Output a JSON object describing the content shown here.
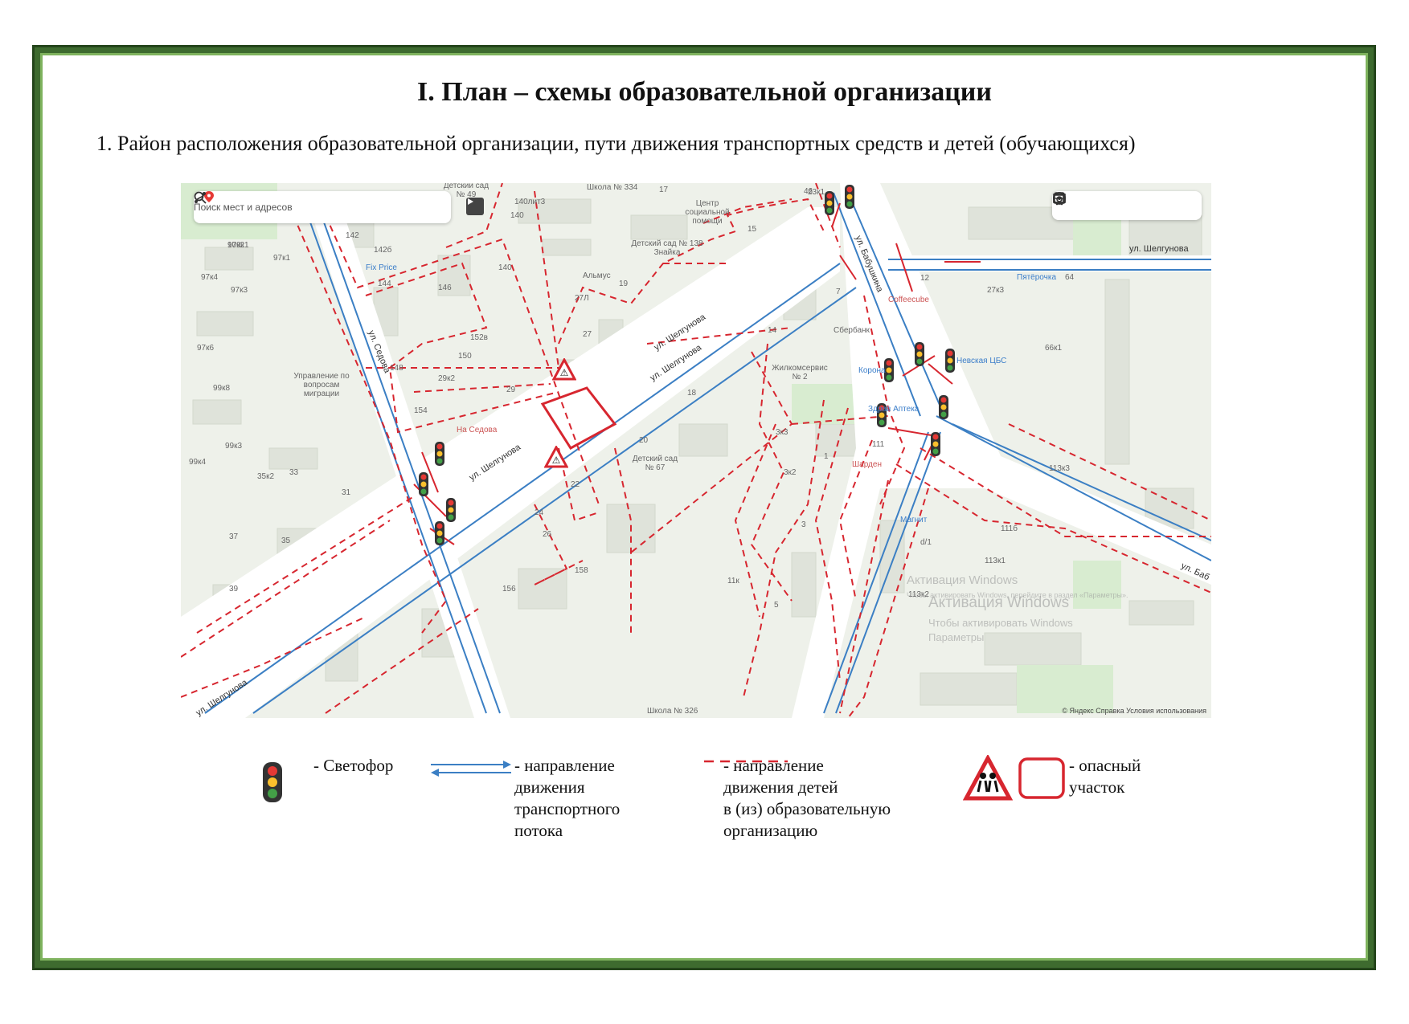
{
  "title": "I. План – схемы образовательной организации",
  "subtitle": "1. Район расположения образовательной организации, пути движения транспортных средств и детей (обучающихся)",
  "map": {
    "search_placeholder": "Поиск мест и адресов",
    "icons": [
      "location-pin-icon",
      "search-icon",
      "route-icon",
      "play-icon",
      "layers-icon",
      "panorama-icon",
      "camera-icon",
      "bus-icon",
      "ruler-icon"
    ],
    "streets": {
      "sedova": "ул. Седова",
      "shelgunova_1": "ул. Шелгунова",
      "shelgunova_2": "ул. Шелгунова",
      "shelgunova_3": "ул. Шелгунова",
      "shelgunova_4": "ул. Шелгунова",
      "shelgunova_5": "ул. Шелгунова",
      "babushkina": "ул. Бабушкина",
      "babushkina_2": "ул. Баб"
    },
    "pois": {
      "fix_price": "Fix Price",
      "almus": "Альмус",
      "kindergarten_138": "Детский сад № 138 Знайка",
      "social_center": "Центр социальной помощи",
      "school_334": "Школа № 334",
      "kindergarten_49": "Детский сад № 49",
      "migration": "Управление по вопросам миграции",
      "na_sedova": "На Седова",
      "zhilkomservis": "Жилкомсервис № 2",
      "kindergarten_67": "Детский сад № 67",
      "sberbank": "Сбербанк",
      "korona": "Корона",
      "coffeecube": "Coffeecube",
      "pyaterochka": "Пятёрочка",
      "library": "Невская ЦБС",
      "sharden": "Шарден",
      "magnit": "Магнит",
      "school_326": "Школа № 326",
      "zdravcity": "Здрав Аптека"
    },
    "house_numbers": [
      "97к2",
      "97к1",
      "97к4",
      "97к3",
      "97к6",
      "99к8",
      "99к3",
      "99к4",
      "35к2",
      "33",
      "31",
      "37",
      "35",
      "39",
      "142",
      "142б",
      "144",
      "146",
      "140",
      "148",
      "150",
      "152в",
      "29к2",
      "29",
      "154",
      "140лит3",
      "140",
      "27Л",
      "27",
      "19",
      "15",
      "17",
      "23к1",
      "18",
      "20",
      "22",
      "24",
      "26",
      "158",
      "156",
      "11к",
      "14",
      "3к3",
      "3к2",
      "1",
      "3",
      "5",
      "7",
      "111",
      "111б",
      "113к1",
      "113к2",
      "113к3",
      "66к1",
      "27к3",
      "64",
      "12",
      "d/1",
      "46",
      "109к1"
    ],
    "watermark_line1": "Активация Windows",
    "watermark_line2": "Активация Windows",
    "watermark_line3": "Чтобы активировать Windows",
    "watermark_line4": "Параметры",
    "watermark_small": "Чтобы активировать Windows, перейдите в раздел «Параметры».",
    "attribution": "© Яндекс  Справка  Условия использования"
  },
  "legend": {
    "traffic_light": "- Светофор",
    "traffic_flow": [
      "- направление",
      "движения",
      "транспортного",
      "потока"
    ],
    "children_path": [
      "- направление",
      "движения детей",
      "в (из) образовательную",
      "организацию"
    ],
    "danger_zone": [
      "- опасный",
      "участок"
    ]
  },
  "colors": {
    "frame_green": "#3e6b2f",
    "frame_light_green": "#7fb35e",
    "road_blue": "#3b7fc4",
    "path_red": "#d7262f",
    "map_bg": "#eef1ea"
  }
}
